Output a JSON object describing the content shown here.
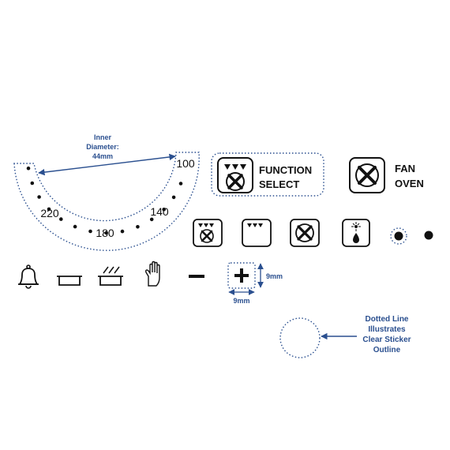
{
  "dial": {
    "inner_label_line1": "Inner",
    "inner_label_line2": "Diameter:",
    "inner_label_line3": "44mm",
    "temps": [
      "100",
      "140",
      "180",
      "220"
    ]
  },
  "function_select": {
    "line1": "FUNCTION",
    "line2": "SELECT"
  },
  "fan_oven": {
    "line1": "FAN",
    "line2": "OVEN"
  },
  "plus_button": {
    "height_label": "9mm",
    "width_label": "9mm"
  },
  "note": {
    "line1": "Dotted Line",
    "line2": "Illustrates",
    "line3": "Clear Sticker",
    "line4": "Outline"
  },
  "icons": [
    "bell-icon",
    "baking-tray-icon",
    "grill-pan-icon",
    "hand-stop-icon",
    "minus-icon",
    "plus-icon",
    "top-bottom-heat-fan-icon",
    "top-heat-icon",
    "fan-icon",
    "light-defrost-icon",
    "dot-indicator-icon"
  ],
  "colors": {
    "annotation": "#2a4f8f",
    "symbol": "#111111"
  }
}
